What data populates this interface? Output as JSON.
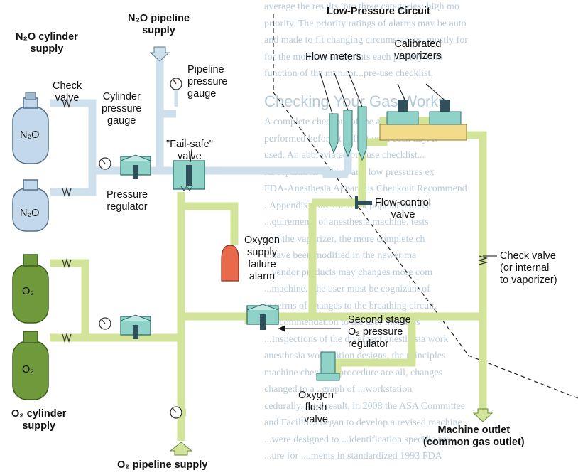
{
  "background_text": [
    "average the results into three categories: high mo",
    "priority. The priority ratings of alarms may be auto",
    "and made to fit changing circumstances, mostly for",
    "for the monitors and prints each priority com",
    "function of the monitor...pre-use checklist.",
    "Checking Your Gas Works",
    "A complete checkout of the anesthesia machine",
    "performed before it is first used each day. It",
    "used. An abbreviated pre-use checklist...",
    "ral separation of high and low pressures ex",
    "FDA-Anesthesia Apparatus Checkout Recommend",
    "..Appendix 1 are the most popular and rec",
    "...quirements of anesthesia machine. tests",
    "...of the vaporizer, the more complete ch",
    "...have been modified in the newer ma",
    "...vendor products may changes more com",
    "...machine. The user must be cognizant of",
    "in terms of changes to the breathing circuit.",
    "...recommendation to the user monitors",
    "...Inspections of the divergent anesthesia work",
    "anesthesia workstation designs, the principles",
    "machine checkout procedure are all, changes",
    "changed to a ..graph of ..,workstation",
    "cedurally. As a result, in 2008 the ASA Committee",
    "and Facilities began to develop a revised machine",
    "...were designed to ...identification specific pre",
    "...ure for ....ments in standardized 1993 FDA"
  ],
  "labels": {
    "n2o_pipeline_supply": "N₂O pipeline\nsupply",
    "n2o_cylinder_supply": "N₂O cylinder\nsupply",
    "check_valve": "Check\nvalve",
    "pipeline_pressure_gauge": "Pipeline\npressure\ngauge",
    "cylinder_pressure_gauge": "Cylinder\npressure\ngauge",
    "fail_safe_valve": "\"Fail-safe\"\nvalve",
    "pressure_regulator": "Pressure\nregulator",
    "n2o_cylinder_1": "N₂O",
    "n2o_cylinder_2": "N₂O",
    "o2_cylinder_1": "O₂",
    "o2_cylinder_2": "O₂",
    "oxygen_supply_failure_alarm": "Oxygen\nsupply\nfailure\nalarm",
    "low_pressure_circuit": "Low-Pressure Circuit",
    "flow_meters": "Flow meters",
    "calibrated_vaporizers": "Calibrated\nvaporizers",
    "flow_control_valve": "Flow-control\nvalve",
    "check_valve_internal": "Check valve\n(or internal\nto vaporizer)",
    "second_stage_regulator": "Second stage\nO₂ pressure\nregulator",
    "oxygen_flush_valve": "Oxygen\nflush\nvalve",
    "machine_outlet": "Machine outlet\n(common gas outlet)",
    "o2_cylinder_supply": "O₂ cylinder\nsupply",
    "o2_pipeline_supply": "O₂ pipeline supply"
  },
  "colors": {
    "n2o_pipe": "#cfe0ed",
    "o2_pipe": "#d2e39a",
    "o2_cylinder": "#6f9a3b",
    "n2o_cylinder": "#c3d8ea",
    "component_teal": "#8fd3c8",
    "alarm": "#e86a4a",
    "vaporizer_liquid": "#f2dc8c"
  }
}
